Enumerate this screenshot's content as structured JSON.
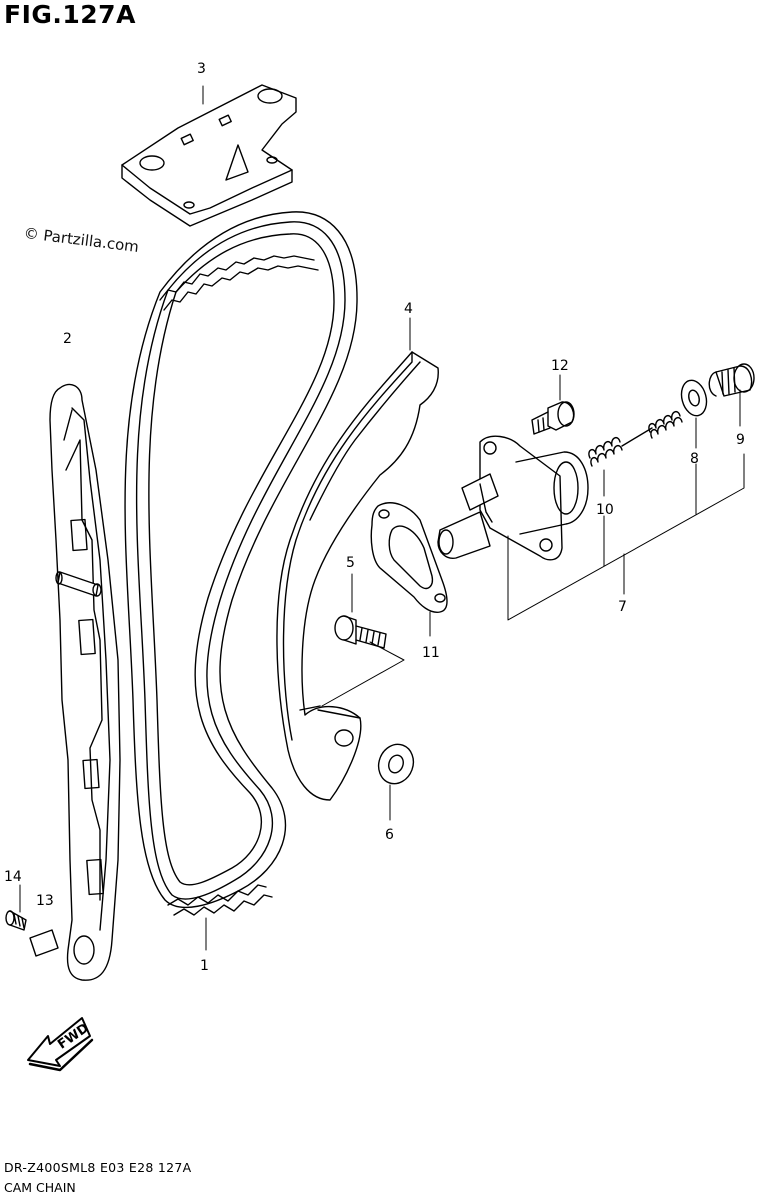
{
  "figure": {
    "title": "FIG.127A"
  },
  "watermark": {
    "text": "© Partzilla.com"
  },
  "footer": {
    "code": "DR-Z400SML8  E03  E28  127A",
    "name": "CAM CHAIN"
  },
  "direction_arrow": {
    "label": "FWD",
    "icon": "fwd-arrow-icon"
  },
  "callouts": [
    {
      "id": "c1",
      "label": "1",
      "part": "cam-chain"
    },
    {
      "id": "c2",
      "label": "2",
      "part": "cam-chain-guide-front"
    },
    {
      "id": "c3",
      "label": "3",
      "part": "chain-guide-top"
    },
    {
      "id": "c4",
      "label": "4",
      "part": "cam-chain-tensioner-rear"
    },
    {
      "id": "c5",
      "label": "5",
      "part": "tensioner-bolt"
    },
    {
      "id": "c6",
      "label": "6",
      "part": "washer"
    },
    {
      "id": "c7",
      "label": "7",
      "part": "tensioner-adjuster-assy"
    },
    {
      "id": "c8",
      "label": "8",
      "part": "gasket"
    },
    {
      "id": "c9",
      "label": "9",
      "part": "plug-bolt"
    },
    {
      "id": "c10",
      "label": "10",
      "part": "spring"
    },
    {
      "id": "c11",
      "label": "11",
      "part": "adjuster-gasket"
    },
    {
      "id": "c12",
      "label": "12",
      "part": "adjuster-bolt"
    },
    {
      "id": "c13",
      "label": "13",
      "part": "guide-plate"
    },
    {
      "id": "c14",
      "label": "14",
      "part": "guide-bolt"
    }
  ]
}
